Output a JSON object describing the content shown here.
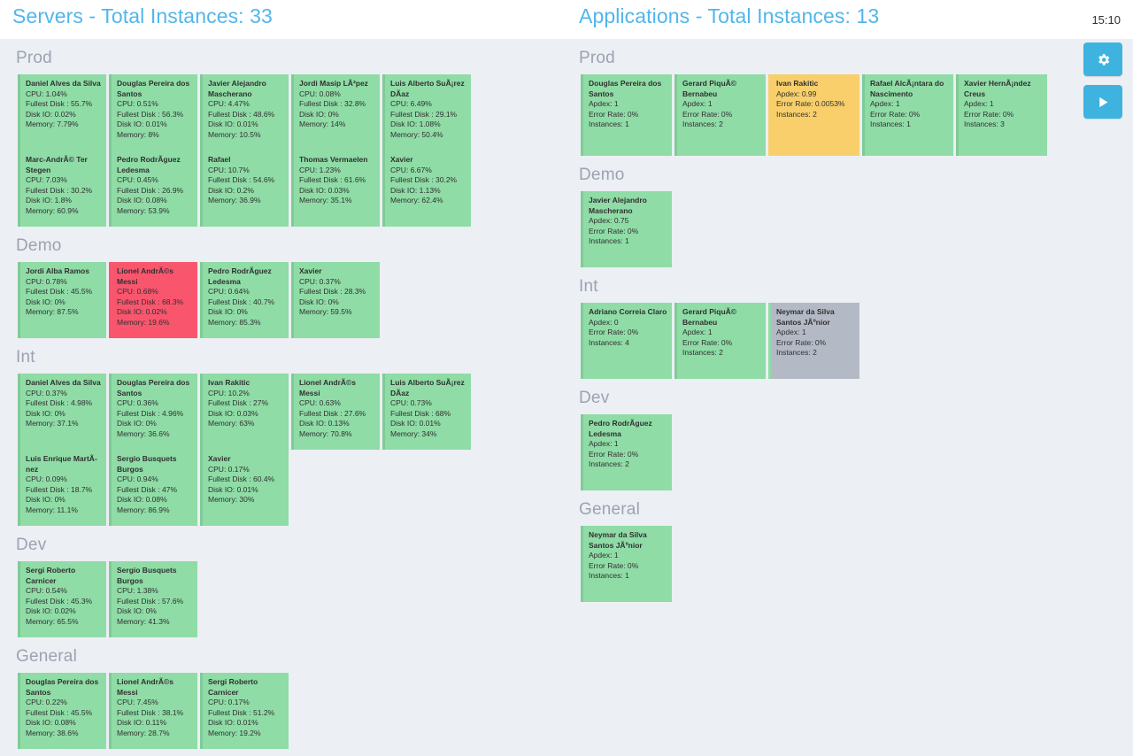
{
  "clock": "15:10",
  "side_buttons": [
    {
      "name": "settings-button",
      "icon": "gear-icon"
    },
    {
      "name": "play-button",
      "icon": "play-icon"
    }
  ],
  "colors": {
    "accent": "#51b6ec",
    "button": "#3fb3e0",
    "ok": "#8fdca6",
    "warn": "#f8cf6b",
    "critical": "#f9566e",
    "unknown": "#b4b9c6",
    "background": "#eceff4",
    "group_title": "#9ca3b0"
  },
  "servers": {
    "title": "Servers - Total Instances: 33",
    "metric_labels": [
      "CPU",
      "Fullest Disk ",
      "Disk IO",
      "Memory"
    ],
    "groups": [
      {
        "name": "Prod",
        "rows": [
          {
            "height": "h-86",
            "cards": [
              {
                "name": "Daniel Alves da Silva",
                "status": "ok",
                "cpu": "CPU: 1.04%",
                "disk": "Fullest Disk : 55.7%",
                "diskio": "Disk IO: 0.02%",
                "memory": "Memory: 7.79%"
              },
              {
                "name": "Douglas Pereira dos Santos",
                "status": "ok",
                "cpu": "CPU: 0.51%",
                "disk": "Fullest Disk : 56.3%",
                "diskio": "Disk IO: 0.01%",
                "memory": "Memory: 8%"
              },
              {
                "name": "Javier Alejandro Mascherano",
                "status": "ok",
                "cpu": "CPU: 4.47%",
                "disk": "Fullest Disk : 48.6%",
                "diskio": "Disk IO: 0.01%",
                "memory": "Memory: 10.5%"
              },
              {
                "name": "Jordi Masip LÃ³pez",
                "status": "ok",
                "cpu": "CPU: 0.08%",
                "disk": "Fullest Disk : 32.8%",
                "diskio": "Disk IO: 0%",
                "memory": "Memory: 14%"
              },
              {
                "name": "Luis Alberto SuÃ¡rez DÃ­az",
                "status": "ok",
                "cpu": "CPU: 6.49%",
                "disk": "Fullest Disk : 29.1%",
                "diskio": "Disk IO: 1.08%",
                "memory": "Memory: 50.4%"
              }
            ]
          },
          {
            "height": "h-86",
            "cards": [
              {
                "name": "Marc-AndrÃ© Ter Stegen",
                "status": "ok",
                "cpu": "CPU: 7.03%",
                "disk": "Fullest Disk : 30.2%",
                "diskio": "Disk IO: 1.8%",
                "memory": "Memory: 60.9%"
              },
              {
                "name": "Pedro RodrÃ­guez Ledesma",
                "status": "ok",
                "cpu": "CPU: 0.45%",
                "disk": "Fullest Disk : 26.9%",
                "diskio": "Disk IO: 0.08%",
                "memory": "Memory: 53.9%"
              },
              {
                "name": "Rafael",
                "status": "ok",
                "cpu": "CPU: 10.7%",
                "disk": "Fullest Disk : 54.6%",
                "diskio": "Disk IO: 0.2%",
                "memory": "Memory: 36.9%"
              },
              {
                "name": "Thomas Vermaelen",
                "status": "ok",
                "cpu": "CPU: 1.23%",
                "disk": "Fullest Disk : 61.6%",
                "diskio": "Disk IO: 0.03%",
                "memory": "Memory: 35.1%"
              },
              {
                "name": "Xavier",
                "status": "ok",
                "cpu": "CPU: 6.67%",
                "disk": "Fullest Disk : 30.2%",
                "diskio": "Disk IO: 1.13%",
                "memory": "Memory: 62.4%"
              }
            ]
          }
        ]
      },
      {
        "name": "Demo",
        "rows": [
          {
            "height": "h-86",
            "cards": [
              {
                "name": "Jordi Alba Ramos",
                "status": "ok",
                "cpu": "CPU: 0.78%",
                "disk": "Fullest Disk : 45.5%",
                "diskio": "Disk IO: 0%",
                "memory": "Memory: 87.5%"
              },
              {
                "name": "Lionel AndrÃ©s Messi",
                "status": "critical",
                "cpu": "CPU: 0.68%",
                "disk": "Fullest Disk : 68.3%",
                "diskio": "Disk IO: 0.02%",
                "memory": "Memory: 19.6%"
              },
              {
                "name": "Pedro RodrÃ­guez Ledesma",
                "status": "ok",
                "cpu": "CPU: 0.64%",
                "disk": "Fullest Disk : 40.7%",
                "diskio": "Disk IO: 0%",
                "memory": "Memory: 85.3%"
              },
              {
                "name": "Xavier",
                "status": "ok",
                "cpu": "CPU: 0.37%",
                "disk": "Fullest Disk : 28.3%",
                "diskio": "Disk IO: 0%",
                "memory": "Memory: 59.5%"
              }
            ]
          }
        ]
      },
      {
        "name": "Int",
        "rows": [
          {
            "height": "h-86",
            "cards": [
              {
                "name": "Daniel Alves da Silva",
                "status": "ok",
                "cpu": "CPU: 0.37%",
                "disk": "Fullest Disk : 4.98%",
                "diskio": "Disk IO: 0%",
                "memory": "Memory: 37.1%"
              },
              {
                "name": "Douglas Pereira dos Santos",
                "status": "ok",
                "cpu": "CPU: 0.36%",
                "disk": "Fullest Disk : 4.96%",
                "diskio": "Disk IO: 0%",
                "memory": "Memory: 36.6%"
              },
              {
                "name": "Ivan Rakitic",
                "status": "ok",
                "cpu": "CPU: 10.2%",
                "disk": "Fullest Disk : 27%",
                "diskio": "Disk IO: 0.03%",
                "memory": "Memory: 63%"
              },
              {
                "name": "Lionel AndrÃ©s Messi",
                "status": "ok",
                "cpu": "CPU: 0.63%",
                "disk": "Fullest Disk : 27.6%",
                "diskio": "Disk IO: 0.13%",
                "memory": "Memory: 70.8%"
              },
              {
                "name": "Luis Alberto SuÃ¡rez DÃ­az",
                "status": "ok",
                "cpu": "CPU: 0.73%",
                "disk": "Fullest Disk : 68%",
                "diskio": "Disk IO: 0.01%",
                "memory": "Memory: 34%"
              }
            ]
          },
          {
            "height": "h-86",
            "cards": [
              {
                "name": "Luis Enrique MartÃ­nez",
                "status": "ok",
                "cpu": "CPU: 0.09%",
                "disk": "Fullest Disk : 18.7%",
                "diskio": "Disk IO: 0%",
                "memory": "Memory: 11.1%"
              },
              {
                "name": "Sergio Busquets Burgos",
                "status": "ok",
                "cpu": "CPU: 0.94%",
                "disk": "Fullest Disk : 47%",
                "diskio": "Disk IO: 0.08%",
                "memory": "Memory: 86.9%"
              },
              {
                "name": "Xavier",
                "status": "ok",
                "cpu": "CPU: 0.17%",
                "disk": "Fullest Disk : 60.4%",
                "diskio": "Disk IO: 0.01%",
                "memory": "Memory: 30%"
              }
            ]
          }
        ]
      },
      {
        "name": "Dev",
        "rows": [
          {
            "height": "h-86",
            "cards": [
              {
                "name": "Sergi Roberto Carnicer",
                "status": "ok",
                "cpu": "CPU: 0.54%",
                "disk": "Fullest Disk : 45.3%",
                "diskio": "Disk IO: 0.02%",
                "memory": "Memory: 65.5%"
              },
              {
                "name": "Sergio Busquets Burgos",
                "status": "ok",
                "cpu": "CPU: 1.38%",
                "disk": "Fullest Disk : 57.6%",
                "diskio": "Disk IO: 0%",
                "memory": "Memory: 41.3%"
              }
            ]
          }
        ]
      },
      {
        "name": "General",
        "rows": [
          {
            "height": "h-86",
            "cards": [
              {
                "name": "Douglas Pereira dos Santos",
                "status": "ok",
                "cpu": "CPU: 0.22%",
                "disk": "Fullest Disk : 45.5%",
                "diskio": "Disk IO: 0.08%",
                "memory": "Memory: 38.6%"
              },
              {
                "name": "Lionel AndrÃ©s Messi",
                "status": "ok",
                "cpu": "CPU: 7.45%",
                "disk": "Fullest Disk : 38.1%",
                "diskio": "Disk IO: 0.11%",
                "memory": "Memory: 28.7%"
              },
              {
                "name": "Sergi Roberto Carnicer",
                "status": "ok",
                "cpu": "CPU: 0.17%",
                "disk": "Fullest Disk : 51.2%",
                "diskio": "Disk IO: 0.01%",
                "memory": "Memory: 19.2%"
              }
            ]
          }
        ]
      }
    ]
  },
  "applications": {
    "title": "Applications - Total Instances: 13",
    "metric_labels": [
      "Apdex",
      "Error Rate",
      "Instances"
    ],
    "groups": [
      {
        "name": "Prod",
        "rows": [
          {
            "height": "h-92",
            "cards": [
              {
                "name": "Douglas Pereira dos Santos",
                "status": "ok",
                "apdex": "Apdex: 1",
                "error_rate": "Error Rate: 0%",
                "instances": "Instances: 1"
              },
              {
                "name": "Gerard PiquÃ© Bernabeu",
                "status": "ok",
                "apdex": "Apdex: 1",
                "error_rate": "Error Rate: 0%",
                "instances": "Instances: 2"
              },
              {
                "name": "Ivan Rakitic",
                "status": "warn",
                "apdex": "Apdex: 0.99",
                "error_rate": "Error Rate: 0.0053%",
                "instances": "Instances: 2"
              },
              {
                "name": "Rafael AlcÃ¡ntara do Nascimento",
                "status": "ok",
                "apdex": "Apdex: 1",
                "error_rate": "Error Rate: 0%",
                "instances": "Instances: 1"
              },
              {
                "name": "Xavier HernÃ¡ndez Creus",
                "status": "ok",
                "apdex": "Apdex: 1",
                "error_rate": "Error Rate: 0%",
                "instances": "Instances: 3"
              }
            ]
          }
        ]
      },
      {
        "name": "Demo",
        "rows": [
          {
            "height": "h-86",
            "cards": [
              {
                "name": "Javier Alejandro Mascherano",
                "status": "ok",
                "apdex": "Apdex: 0.75",
                "error_rate": "Error Rate: 0%",
                "instances": "Instances: 1"
              }
            ]
          }
        ]
      },
      {
        "name": "Int",
        "rows": [
          {
            "height": "h-86",
            "cards": [
              {
                "name": "Adriano Correia Claro",
                "status": "ok",
                "apdex": "Apdex: 0",
                "error_rate": "Error Rate: 0%",
                "instances": "Instances: 4"
              },
              {
                "name": "Gerard PiquÃ© Bernabeu",
                "status": "ok",
                "apdex": "Apdex: 1",
                "error_rate": "Error Rate: 0%",
                "instances": "Instances: 2"
              },
              {
                "name": "Neymar da Silva Santos JÃºnior",
                "status": "unknown",
                "apdex": "Apdex: 1",
                "error_rate": "Error Rate: 0%",
                "instances": "Instances: 2"
              }
            ]
          }
        ]
      },
      {
        "name": "Dev",
        "rows": [
          {
            "height": "h-86",
            "cards": [
              {
                "name": "Pedro RodrÃ­guez Ledesma",
                "status": "ok",
                "apdex": "Apdex: 1",
                "error_rate": "Error Rate: 0%",
                "instances": "Instances: 2"
              }
            ]
          }
        ]
      },
      {
        "name": "General",
        "rows": [
          {
            "height": "h-86",
            "cards": [
              {
                "name": "Neymar da Silva Santos JÃºnior",
                "status": "ok",
                "apdex": "Apdex: 1",
                "error_rate": "Error Rate: 0%",
                "instances": "Instances: 1"
              }
            ]
          }
        ]
      }
    ]
  }
}
